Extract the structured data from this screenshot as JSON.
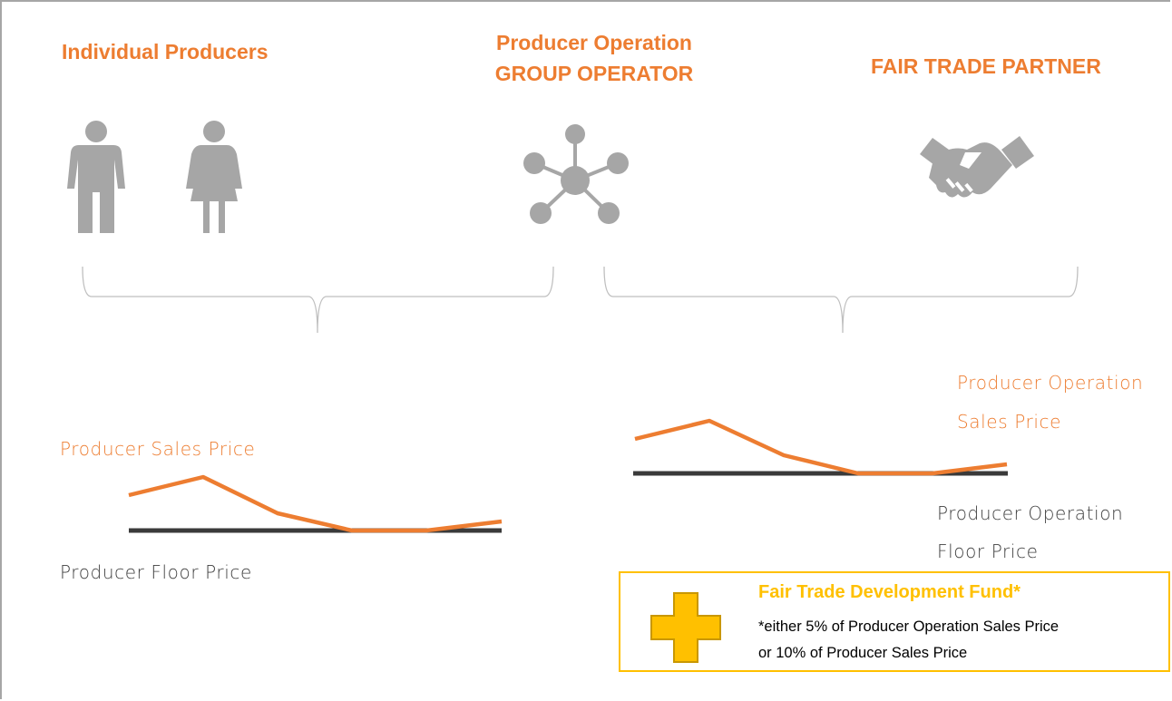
{
  "headings": {
    "individual_producers": "Individual Producers",
    "producer_operation": "Producer Operation",
    "group_operator": "GROUP OPERATOR",
    "fair_trade_partner": "FAIR TRADE PARTNER"
  },
  "left_chart": {
    "sales_label": "Producer Sales Price",
    "floor_label": "Producer Floor Price"
  },
  "right_chart": {
    "sales_label_line1": "Producer Operation",
    "sales_label_line2": "Sales Price",
    "floor_label_line1": "Producer Operation",
    "floor_label_line2": "Floor Price"
  },
  "fund": {
    "title": "Fair Trade Development Fund*",
    "line1": "*either 5% of Producer Operation Sales Price",
    "line2": "or 10% of Producer Sales Price"
  },
  "icons": [
    "man-icon",
    "woman-icon",
    "network-hub-icon",
    "handshake-icon",
    "plus-icon"
  ],
  "colors": {
    "accent_orange": "#ed7d31",
    "fund_yellow": "#ffc000",
    "icon_gray": "#a6a6a6",
    "floor_line": "#3a3a3a"
  }
}
